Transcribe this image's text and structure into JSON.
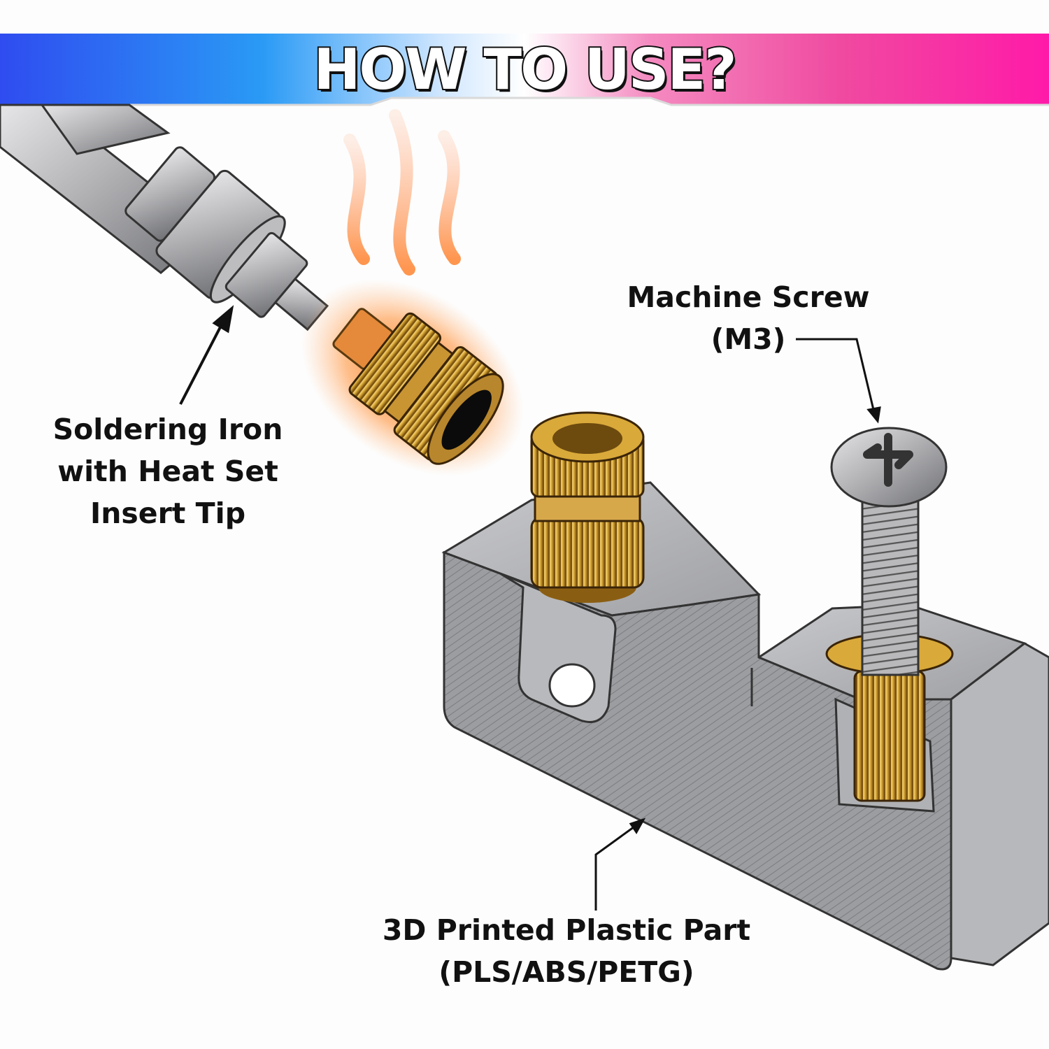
{
  "banner": {
    "title": "HOW TO USE?",
    "gradient": [
      "#2f4cf0",
      "#2a9af5",
      "#ffffff",
      "#f04aa0",
      "#ff1aa8"
    ]
  },
  "labels": {
    "soldering_iron": [
      "Soldering Iron",
      "with Heat Set",
      "Insert Tip"
    ],
    "machine_screw": [
      "Machine Screw",
      "(M3)"
    ],
    "plastic_part": [
      "3D Printed Plastic Part",
      "(PLS/ABS/PETG)"
    ]
  },
  "colors": {
    "brass": "#d9a93a",
    "steel": "#a9a9ab",
    "plastic": "#a6a7aa",
    "heat_glow": "#ff7a1a",
    "text": "#111111"
  },
  "icons": [
    "soldering-iron-icon",
    "heat-set-insert-icon",
    "machine-screw-icon",
    "heat-waves-icon",
    "plastic-part-icon",
    "arrow-icon"
  ]
}
